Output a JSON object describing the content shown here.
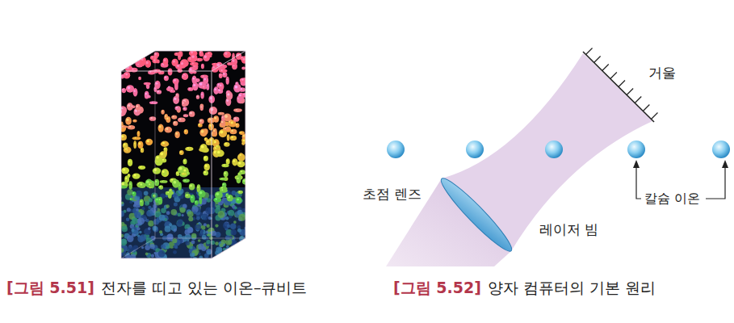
{
  "diagram": {
    "labels": [
      "거울",
      "초점 렌즈",
      "레이저 빔",
      "칼슘 이온",
      "[그림 5.51]",
      "전자를 띠고 있는 이온–큐비트",
      "[그림 5.52]",
      "양자 컴퓨터의 기본 원리"
    ]
  }
}
